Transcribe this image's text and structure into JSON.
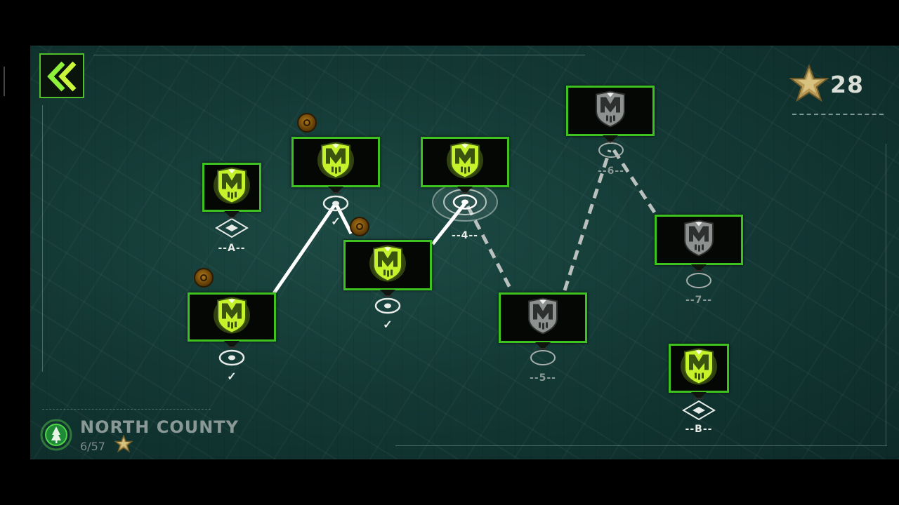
{
  "hud": {
    "back_button": "back",
    "stars_total": "28",
    "star_icon": "gold-star-icon"
  },
  "region": {
    "name": "NORTH COUNTY",
    "progress": "6/57",
    "icon": "tree-icon"
  },
  "waypoints": {
    "A": "--A--",
    "n4": "--4--",
    "n5": "--5--",
    "n6": "--6--",
    "n7": "--7--",
    "B": "--B--"
  },
  "check_mark": "✓",
  "missions": [
    {
      "id": "m1",
      "status": "completed",
      "icon": "mutant-emblem-green"
    },
    {
      "id": "m2",
      "status": "completed",
      "icon": "mutant-emblem-green"
    },
    {
      "id": "m3",
      "status": "completed",
      "icon": "mutant-emblem-green"
    },
    {
      "id": "m4",
      "status": "current",
      "icon": "mutant-emblem-green"
    },
    {
      "id": "m5",
      "status": "locked",
      "icon": "mutant-emblem-gray"
    },
    {
      "id": "m6",
      "status": "locked",
      "icon": "mutant-emblem-gray"
    },
    {
      "id": "m7",
      "status": "locked",
      "icon": "mutant-emblem-gray"
    },
    {
      "id": "bonus-A",
      "status": "available",
      "icon": "mutant-emblem-green"
    },
    {
      "id": "bonus-B",
      "status": "available",
      "icon": "mutant-emblem-green"
    }
  ],
  "colors": {
    "node_border": "#3ec21f",
    "emblem_green": "#c6f22b",
    "emblem_gray": "#8d918f",
    "path_done": "#ffffff",
    "path_locked": "#b9c0bd"
  }
}
